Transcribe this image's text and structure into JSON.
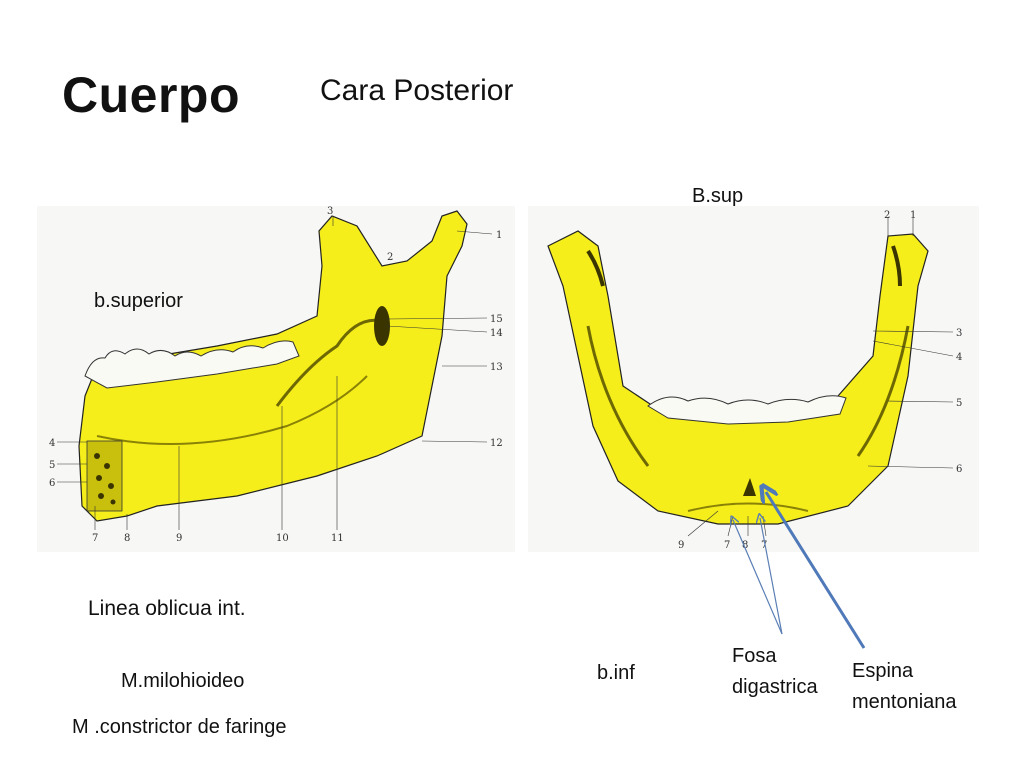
{
  "title": "Cuerpo",
  "subtitle": "Cara Posterior",
  "labels": {
    "b_superior": "b.superior",
    "b_sup": "B.sup",
    "linea_oblicua": "Linea oblicua int.",
    "milohioideo": "M.milohioideo",
    "constrictor": "M .constrictor de faringe",
    "b_inf": "b.inf",
    "fosa_1": "Fosa",
    "fosa_2": "digastrica",
    "espina_1": "Espina",
    "espina_2": "mentoniana"
  },
  "left_figure_numbers": [
    "1",
    "2",
    "3",
    "4",
    "5",
    "6",
    "7",
    "8",
    "9",
    "10",
    "11",
    "12",
    "13",
    "14",
    "15"
  ],
  "right_figure_numbers": [
    "1",
    "2",
    "3",
    "4",
    "5",
    "6",
    "7",
    "8",
    "7",
    "9"
  ],
  "colors": {
    "bone": "#f5ee1a",
    "bone_shade": "#c9c00e",
    "arrow_thin": "#5b7fb5",
    "arrow_bold": "#4f79b8"
  }
}
